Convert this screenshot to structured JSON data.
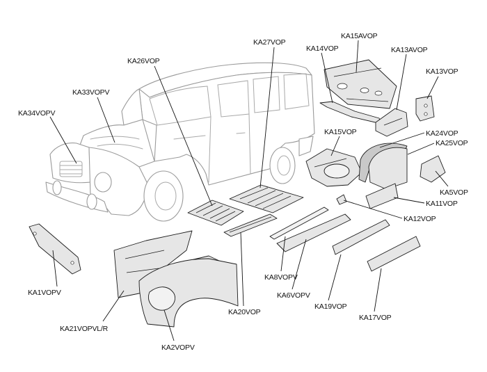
{
  "labels": {
    "KA34VOPV": "KA34VOPV",
    "KA33VOPV": "KA33VOPV",
    "KA26VOP": "KA26VOP",
    "KA27VOP": "KA27VOP",
    "KA14VOP": "KA14VOP",
    "KA15AVOP": "KA15AVOP",
    "KA13AVOP": "KA13AVOP",
    "KA13VOP": "KA13VOP",
    "KA15VOP": "KA15VOP",
    "KA24VOP": "KA24VOP",
    "KA25VOP": "KA25VOP",
    "KA5VOP": "KA5VOP",
    "KA11VOP": "KA11VOP",
    "KA12VOP": "KA12VOP",
    "KA1VOPV": "KA1VOPV",
    "KA21VOPVLR": "KA21VOPVL/R",
    "KA2VOPV": "KA2VOPV",
    "KA20VOP": "KA20VOP",
    "KA8VOPV": "KA8VOPV",
    "KA6VOPV": "KA6VOPV",
    "KA19VOP": "KA19VOP",
    "KA17VOP": "KA17VOP"
  }
}
